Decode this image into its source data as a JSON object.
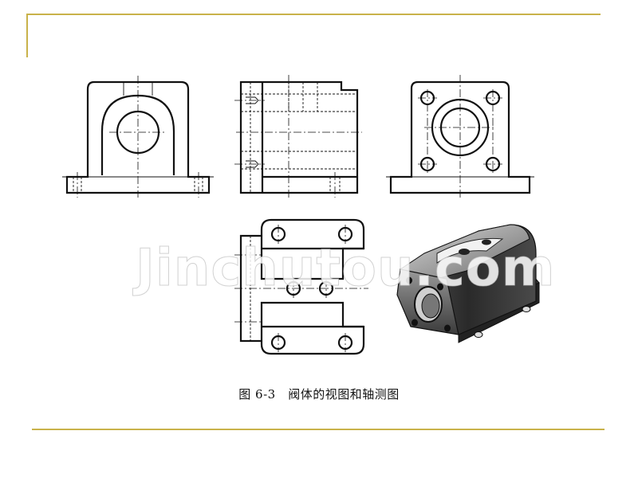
{
  "figure": {
    "caption": "图 6-3　阀体的视图和轴测图",
    "watermark": "Jinchutou.com"
  },
  "icons": {
    "views": [
      "front-view",
      "left-side-view",
      "right-side-view",
      "top-view",
      "isometric-view"
    ]
  },
  "colors": {
    "rule": "#c9b24a",
    "ink": "#111111",
    "background": "#ffffff"
  }
}
